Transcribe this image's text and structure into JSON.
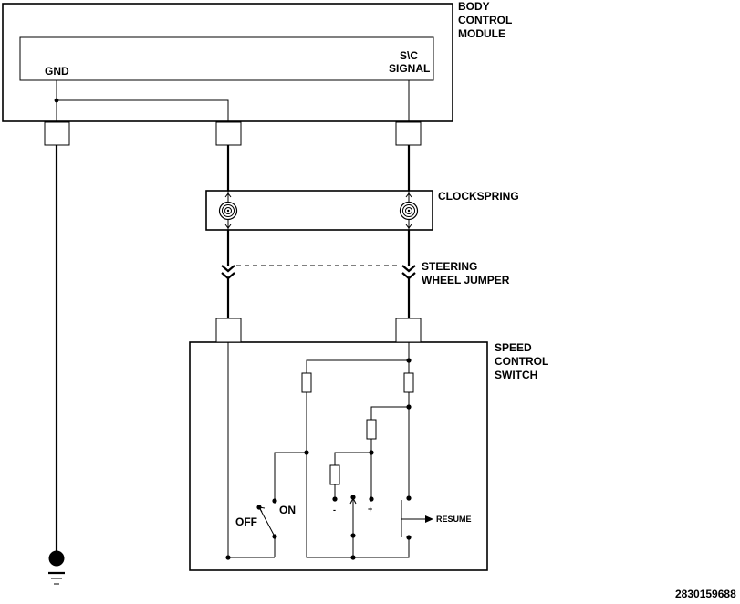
{
  "labels": {
    "bcm": [
      "BODY",
      "CONTROL",
      "MODULE"
    ],
    "gnd": "GND",
    "sc_signal": [
      "S\\C",
      "SIGNAL"
    ],
    "clockspring": "CLOCKSPRING",
    "jumper": [
      "STEERING",
      "WHEEL JUMPER"
    ],
    "speed_switch": [
      "SPEED",
      "CONTROL",
      "SWITCH"
    ],
    "off": "OFF",
    "on": "ON",
    "minus": "-",
    "plus": "+",
    "resume": "RESUME",
    "figure_id": "2830159688"
  }
}
